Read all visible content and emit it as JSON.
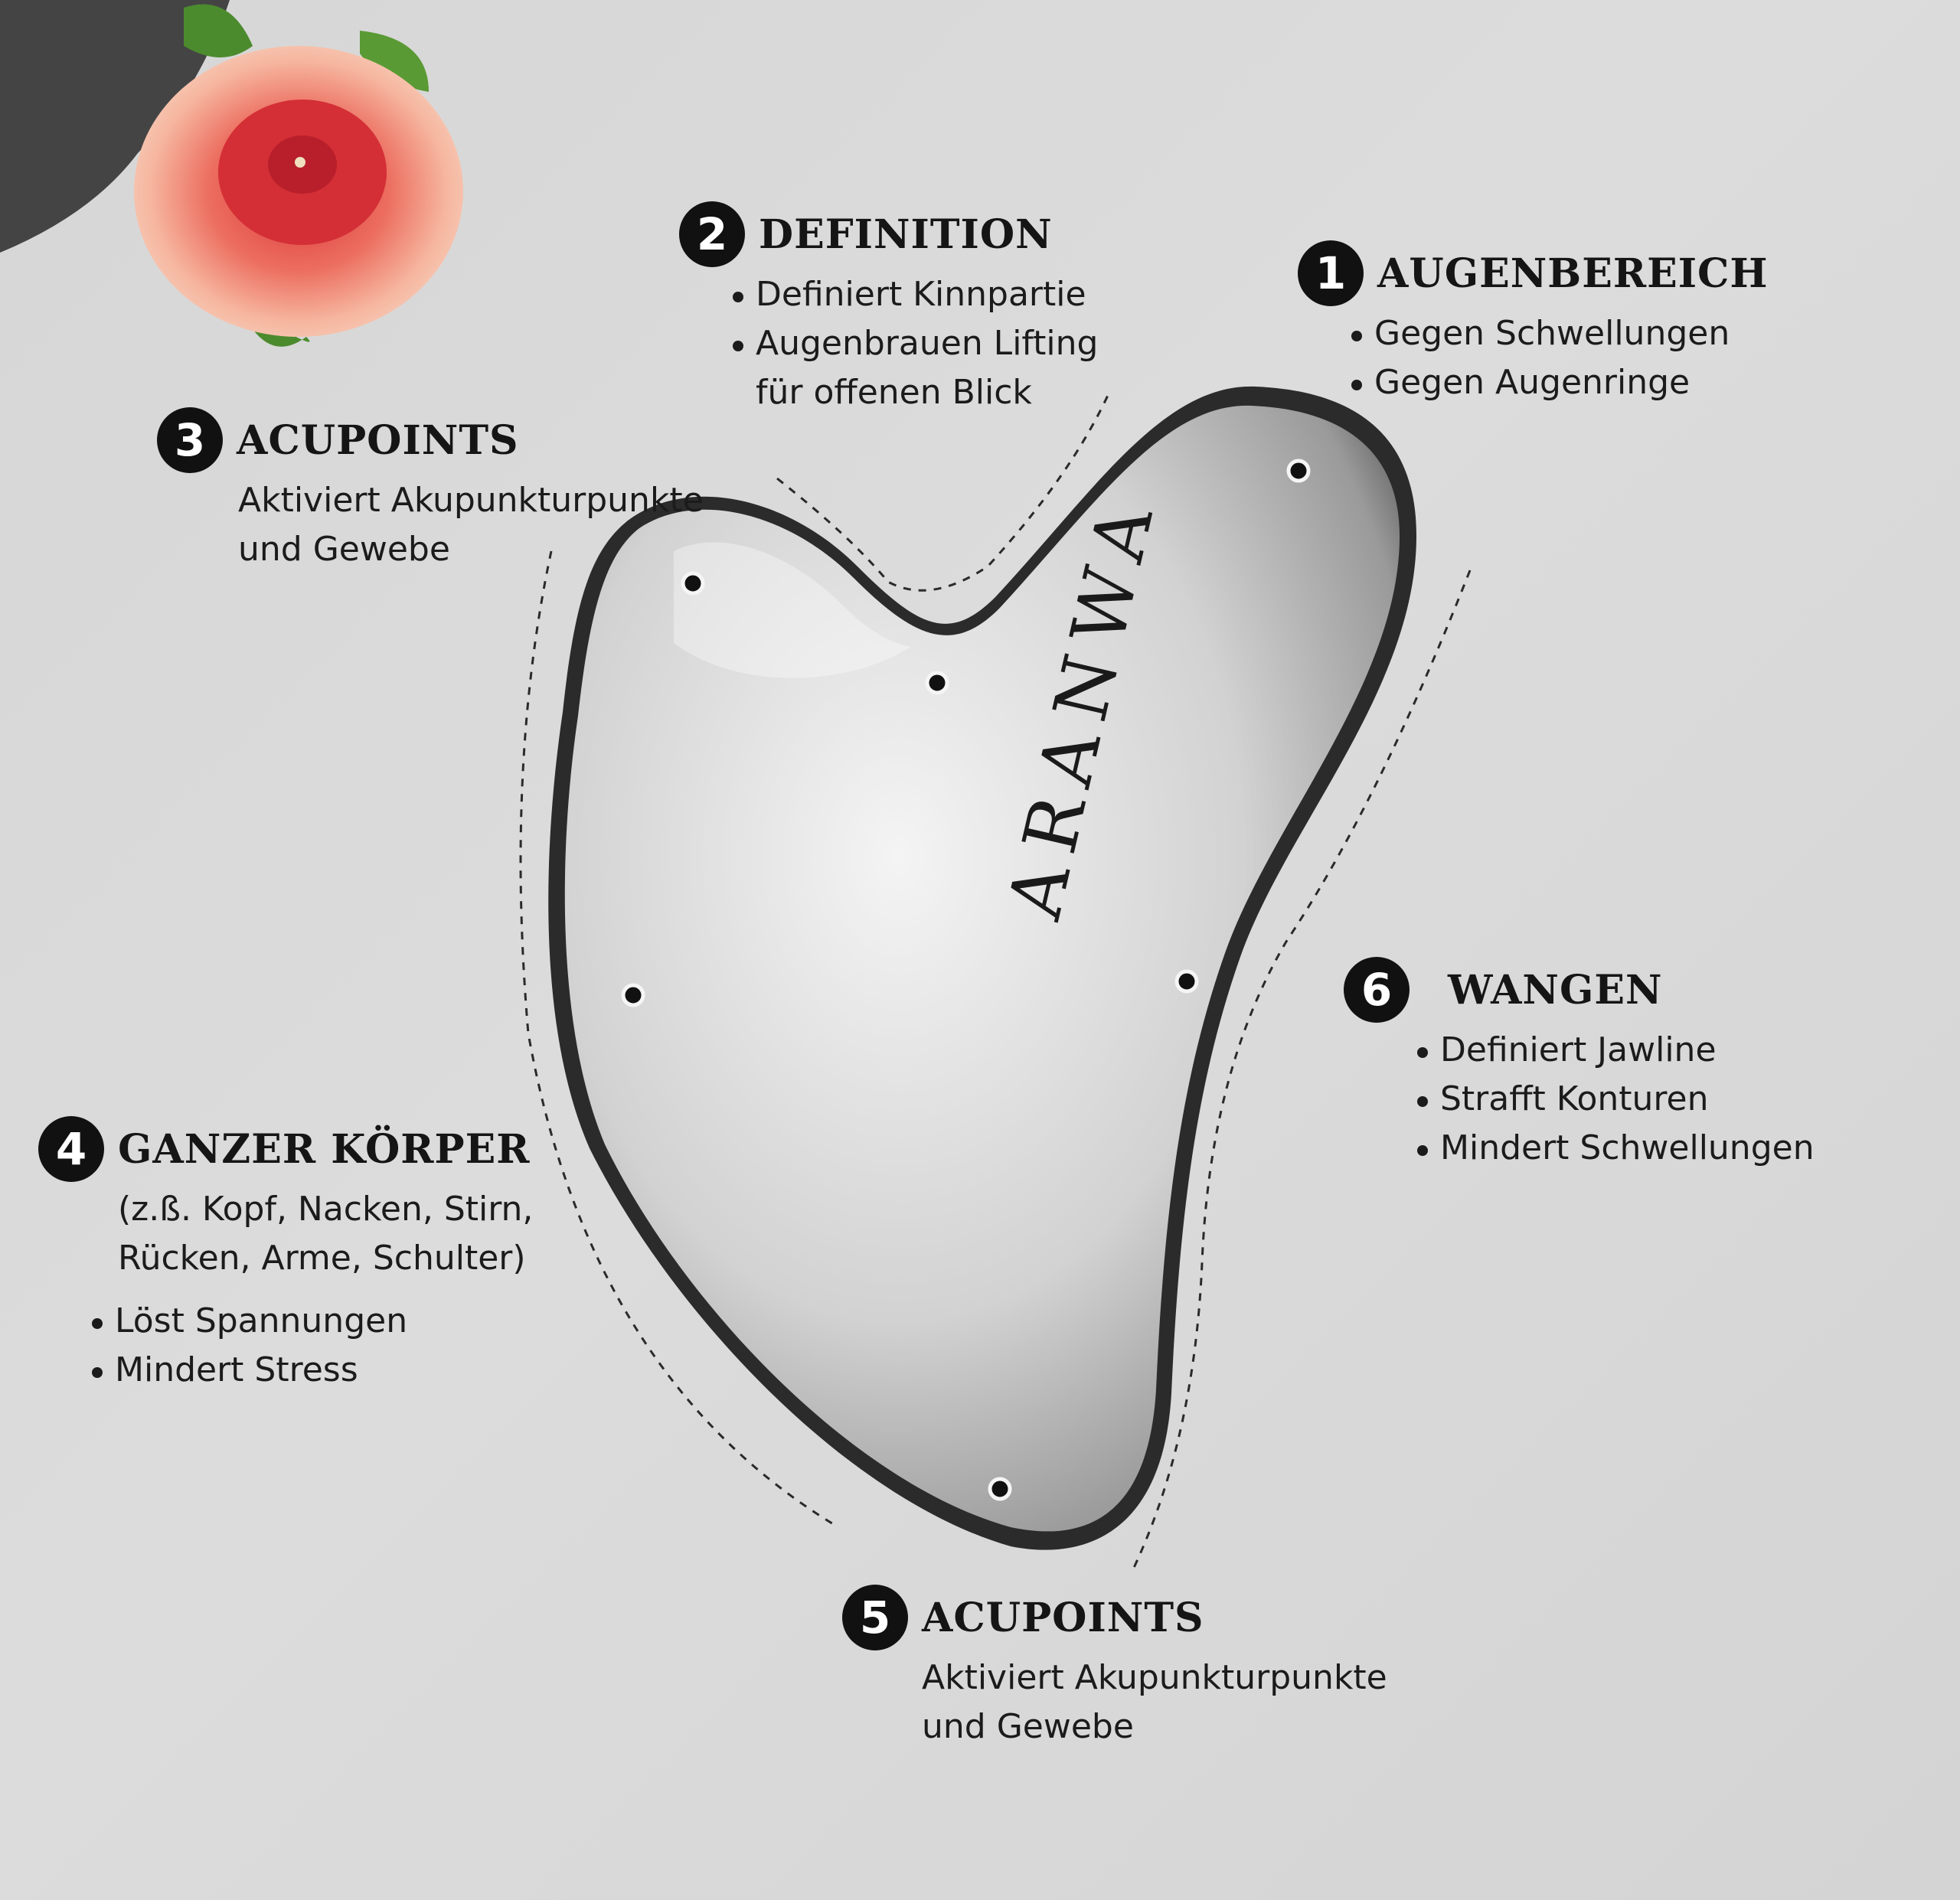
{
  "brand": {
    "logo_text": "ARANWA"
  },
  "colors": {
    "background": "#d8d8d8",
    "badge": "#111111",
    "text": "#1b1b1b",
    "steel": "#c9c9c9"
  },
  "icons": {
    "flower": "rose-icon",
    "tool": "gua-sha-heart-tool"
  },
  "callouts": [
    {
      "number": "1",
      "title": "AUGENBEREICH",
      "bullets": [
        "Gegen Schwellungen",
        "Gegen Augenringe"
      ]
    },
    {
      "number": "2",
      "title": "DEFINITION",
      "bullets": [
        "Definiert Kinnpartie",
        "Augenbrauen Lifting",
        "für offenen Blick"
      ]
    },
    {
      "number": "3",
      "title": "ACUPOINTS",
      "lines": [
        "Aktiviert Akupunkturpunkte",
        "und Gewebe"
      ]
    },
    {
      "number": "4",
      "title": "GANZER KÖRPER",
      "lines": [
        "(z.ß. Kopf, Nacken, Stirn,",
        "Rücken, Arme, Schulter)"
      ],
      "bullets": [
        "Löst Spannungen",
        "Mindert Stress"
      ]
    },
    {
      "number": "5",
      "title": "ACUPOINTS",
      "lines": [
        "Aktiviert Akupunkturpunkte",
        "und Gewebe"
      ]
    },
    {
      "number": "6",
      "title": "WANGEN",
      "bullets": [
        "Definiert Jawline",
        "Strafft Konturen",
        "Mindert Schwellungen"
      ]
    }
  ]
}
